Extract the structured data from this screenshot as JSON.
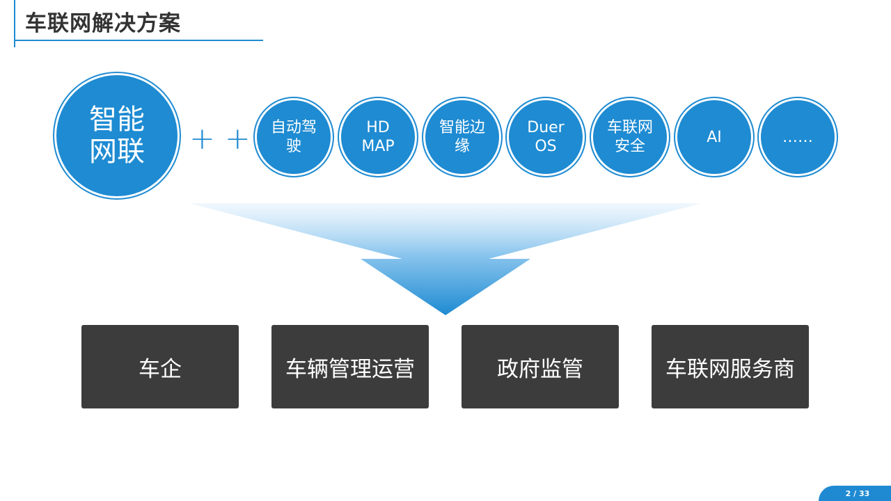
{
  "slide": {
    "title": "车联网解决方案"
  },
  "hub": {
    "label": "智能\n网联",
    "plus": "+ +"
  },
  "technologies": [
    {
      "label": "自动驾\n驶"
    },
    {
      "label": "HD\nMAP"
    },
    {
      "label": "智能边\n缘"
    },
    {
      "label": "Duer\nOS"
    },
    {
      "label": "车联网\n安全"
    },
    {
      "label": "AI"
    },
    {
      "label": "……"
    }
  ],
  "targets": [
    {
      "label": "车企"
    },
    {
      "label": "车辆管理运营"
    },
    {
      "label": "政府监管"
    },
    {
      "label": "车联网服务商"
    }
  ],
  "pagination": {
    "text": "2 / 33"
  },
  "colors": {
    "accent": "#1e8bd2",
    "box_bg": "#3c3c3c",
    "title_text": "#333333"
  }
}
